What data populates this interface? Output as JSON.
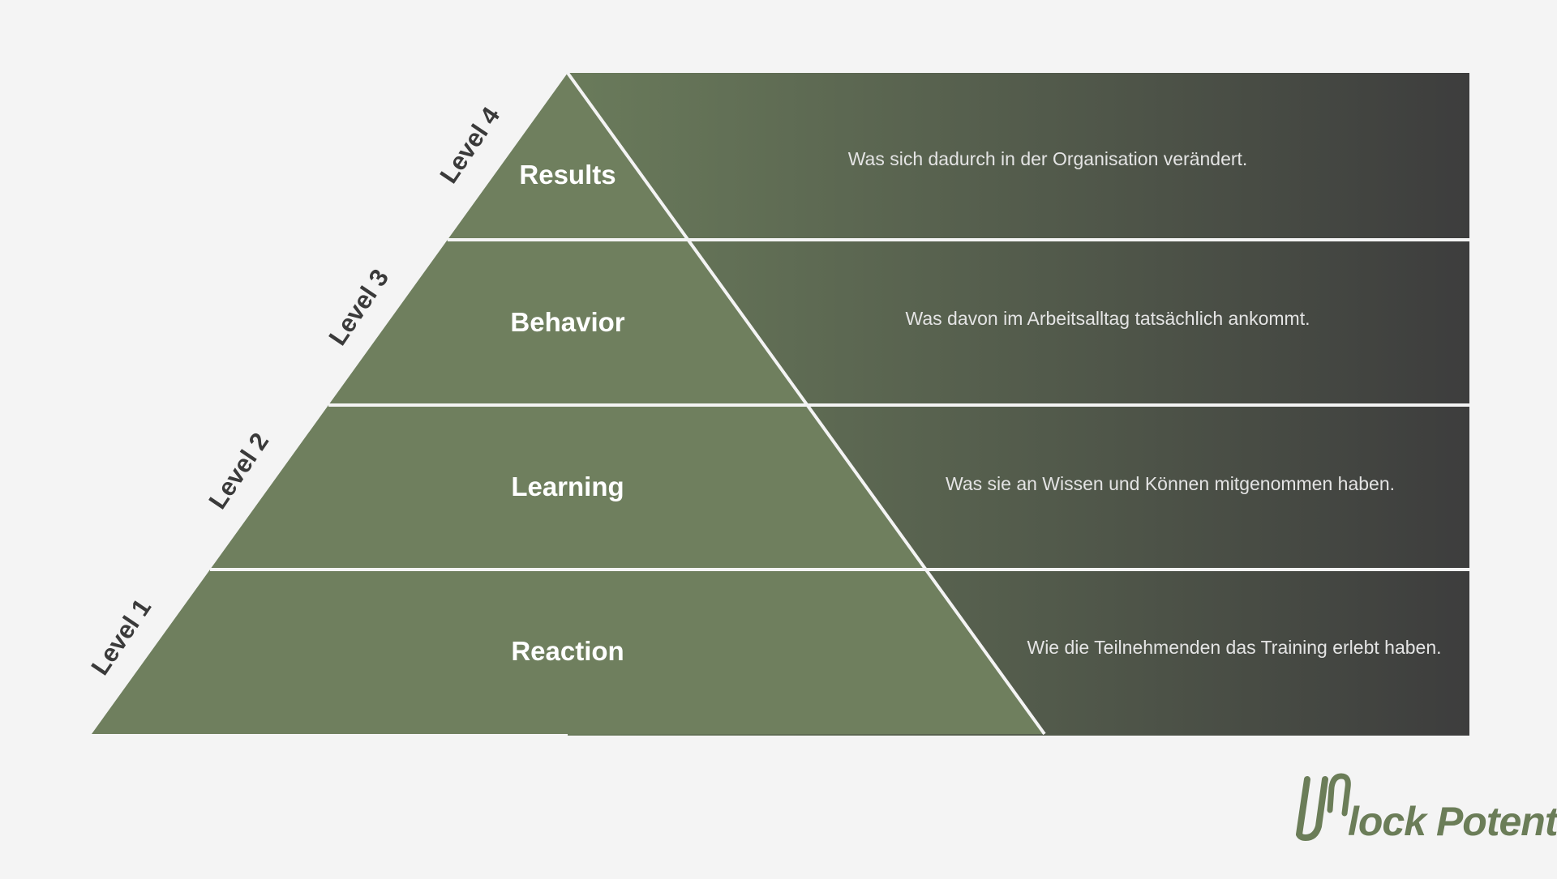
{
  "colors": {
    "background": "#f4f4f4",
    "pyramid_green": "#6f7f5e",
    "band_start": "#6a7b5b",
    "band_end": "#3d3d3d",
    "divider": "#f4f4f4",
    "level_text": "#3a3a3a",
    "logo_green": "#6b7d58"
  },
  "levels": [
    {
      "level": "Level 4",
      "name": "Results",
      "description": "Was sich dadurch in der Organisation verändert."
    },
    {
      "level": "Level 3",
      "name": "Behavior",
      "description": "Was davon im Arbeitsalltag tatsächlich ankommt."
    },
    {
      "level": "Level 2",
      "name": "Learning",
      "description": "Was sie an Wissen und Können mitgenommen haben."
    },
    {
      "level": "Level 1",
      "name": "Reaction",
      "description": "Wie die Teilnehmenden das Training erlebt haben."
    }
  ],
  "logo": {
    "text": "Unlock Potential",
    "visible_text": "lock Potential"
  }
}
